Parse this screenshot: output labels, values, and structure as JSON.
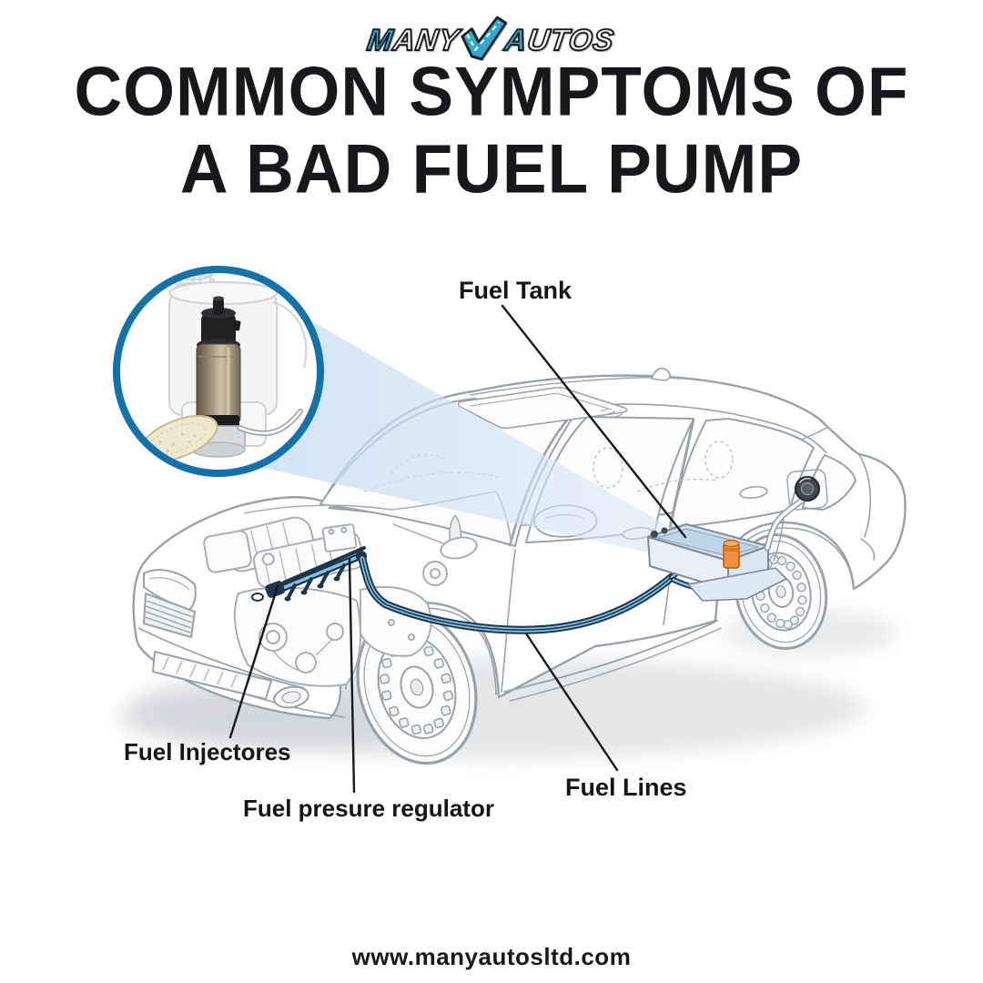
{
  "brand": {
    "letters": {
      "m": "M",
      "any": "ANY",
      "a": "A",
      "utos": "UTOS"
    }
  },
  "title": {
    "line1": "COMMON SYMPTOMS OF",
    "line2": "A BAD FUEL PUMP"
  },
  "diagram": {
    "labels": [
      {
        "id": "fuel-tank",
        "text": "Fuel Tank"
      },
      {
        "id": "fuel-injectors",
        "text": "Fuel Injectores"
      },
      {
        "id": "fuel-pressure-regulator",
        "text": "Fuel presure regulator"
      },
      {
        "id": "fuel-lines",
        "text": "Fuel Lines"
      }
    ]
  },
  "footer": {
    "website": "www.manyautosltd.com"
  },
  "colors": {
    "brand_cyan": "#2fa9cf",
    "ring_blue": "#1173a9",
    "beam_blue": "#cfe3f3",
    "fuel_line_blue": "#7ec4ea",
    "pump_orange": "#f0923b",
    "ink": "#17181b"
  }
}
